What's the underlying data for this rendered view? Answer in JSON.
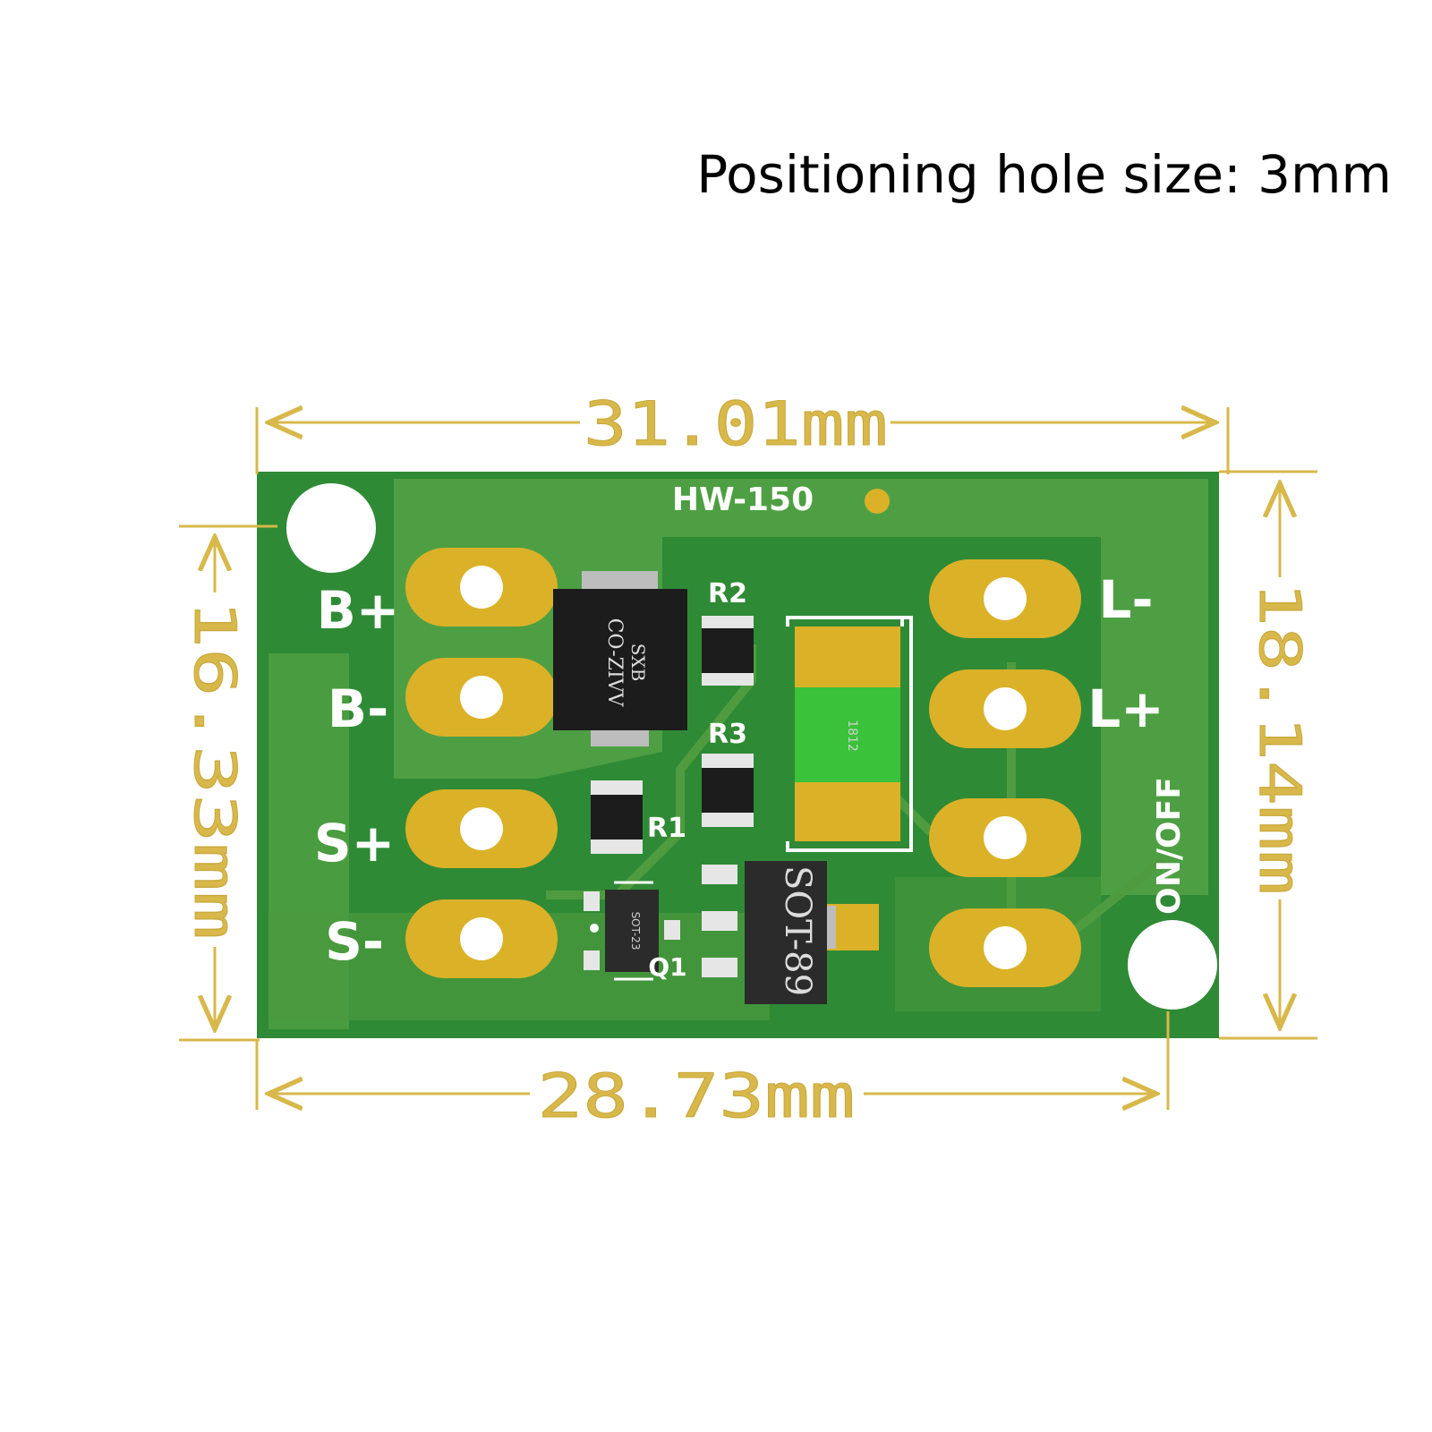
{
  "heading": "Positioning hole size: 3mm",
  "board": {
    "model": "HW-150",
    "pads_left": [
      "B+",
      "B-",
      "S+",
      "S-"
    ],
    "pads_right": [
      "L-",
      "L+"
    ],
    "switch_label": "ON/OFF",
    "resistors": [
      "R2",
      "R3",
      "R1"
    ],
    "transistor": "Q1",
    "ic_large": "SOT-89",
    "ic_diode": "CO-ZIVV\nSXB",
    "ic_small": "SOT-23",
    "fuse_code": "1812"
  },
  "dimensions": {
    "top_width": "31.01mm",
    "bottom_width": "28.73mm",
    "left_height": "16.33mm",
    "right_height": "18.14mm"
  },
  "colors": {
    "pcb": "#2f8a35",
    "pcb_light": "#5aa747",
    "pad": "#dbb128",
    "dimension": "#d8b84a"
  }
}
